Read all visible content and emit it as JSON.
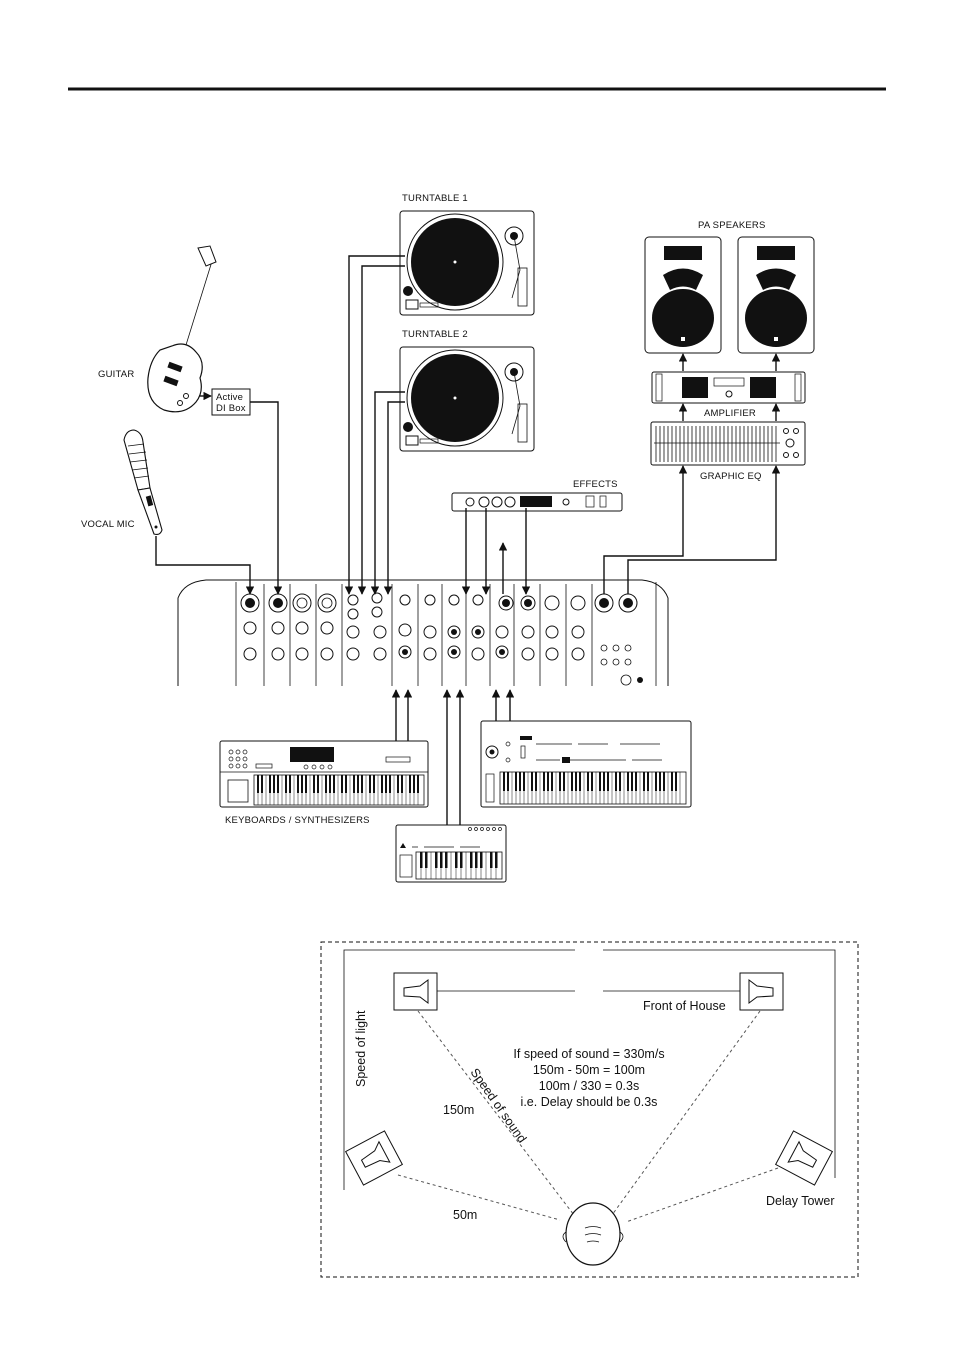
{
  "setup_diagram": {
    "turntable_1": "TURNTABLE 1",
    "turntable_2": "TURNTABLE 2",
    "pa_speakers": "PA SPEAKERS",
    "amplifier": "AMPLIFIER",
    "graphic_eq": "GRAPHIC EQ",
    "effects": "EFFECTS",
    "guitar": "GUITAR",
    "di_box_line1": "Active",
    "di_box_line2": "DI Box",
    "vocal_mic": "VOCAL MIC",
    "keyboards": "KEYBOARDS / SYNTHESIZERS"
  },
  "delay_diagram": {
    "front_of_house": "Front of House",
    "delay_tower": "Delay Tower",
    "speed_of_light": "Speed of light",
    "speed_of_sound": "Speed of sound",
    "distance_far": "150m",
    "distance_near": "50m",
    "calc": [
      "If speed of sound = 330m/s",
      "150m - 50m = 100m",
      "100m / 330 = 0.3s",
      "i.e. Delay should be 0.3s"
    ]
  }
}
